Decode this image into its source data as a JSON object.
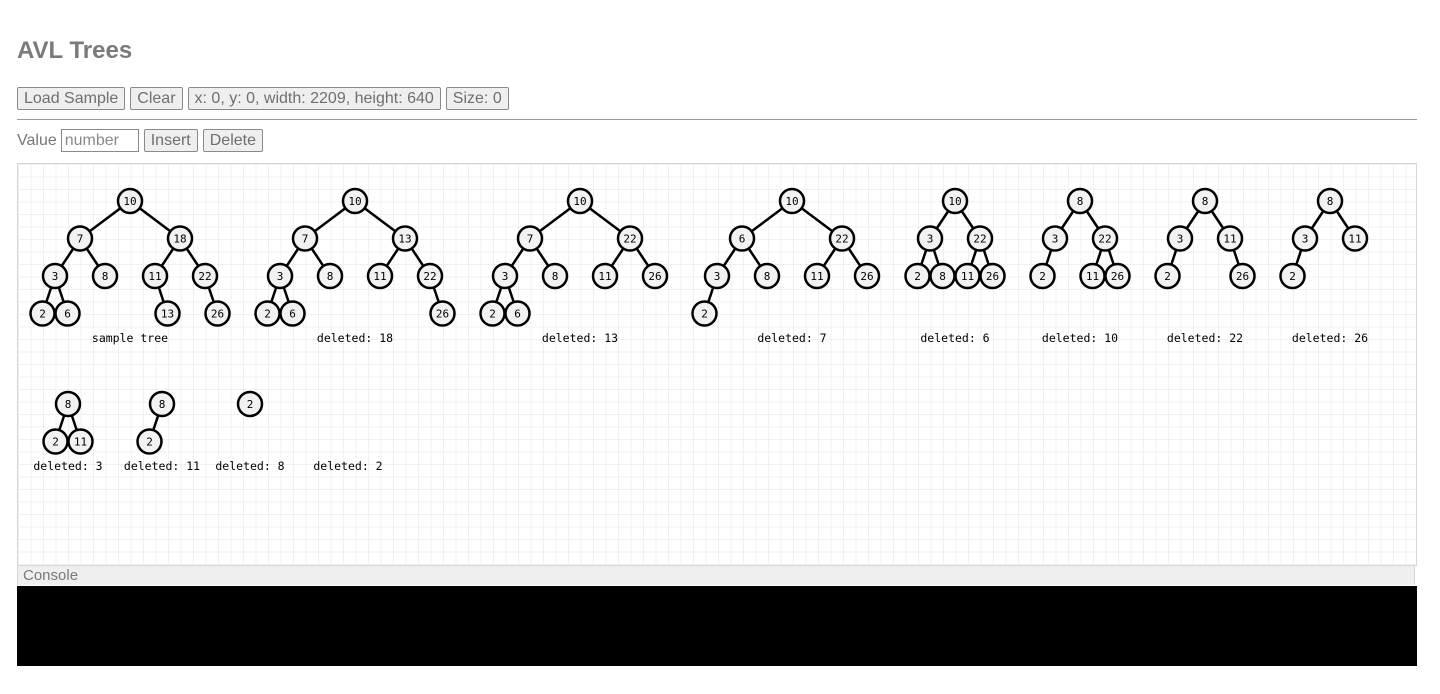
{
  "page": {
    "title": "AVL Trees"
  },
  "toolbar": {
    "load_sample_label": "Load Sample",
    "clear_label": "Clear",
    "viewport_info": "x: 0, y: 0, width: 2209, height: 640",
    "size_info": "Size: 0"
  },
  "value_row": {
    "label": "Value",
    "input_placeholder": "number",
    "input_value": "",
    "insert_label": "Insert",
    "delete_label": "Delete"
  },
  "console": {
    "header": "Console",
    "output": ""
  },
  "trees": [
    {
      "caption": "sample tree",
      "root": {
        "v": "10",
        "l": {
          "v": "7",
          "l": {
            "v": "3",
            "l": {
              "v": "2"
            },
            "r": {
              "v": "6"
            }
          },
          "r": {
            "v": "8"
          }
        },
        "r": {
          "v": "18",
          "l": {
            "v": "11",
            "r": {
              "v": "13"
            }
          },
          "r": {
            "v": "22",
            "r": {
              "v": "26"
            }
          }
        }
      }
    },
    {
      "caption": "deleted: 18",
      "root": {
        "v": "10",
        "l": {
          "v": "7",
          "l": {
            "v": "3",
            "l": {
              "v": "2"
            },
            "r": {
              "v": "6"
            }
          },
          "r": {
            "v": "8"
          }
        },
        "r": {
          "v": "13",
          "l": {
            "v": "11"
          },
          "r": {
            "v": "22",
            "r": {
              "v": "26"
            }
          }
        }
      }
    },
    {
      "caption": "deleted: 13",
      "root": {
        "v": "10",
        "l": {
          "v": "7",
          "l": {
            "v": "3",
            "l": {
              "v": "2"
            },
            "r": {
              "v": "6"
            }
          },
          "r": {
            "v": "8"
          }
        },
        "r": {
          "v": "22",
          "l": {
            "v": "11"
          },
          "r": {
            "v": "26"
          }
        }
      }
    },
    {
      "caption": "deleted: 7",
      "root": {
        "v": "10",
        "l": {
          "v": "6",
          "l": {
            "v": "3",
            "l": {
              "v": "2"
            }
          },
          "r": {
            "v": "8"
          }
        },
        "r": {
          "v": "22",
          "l": {
            "v": "11"
          },
          "r": {
            "v": "26"
          }
        }
      }
    },
    {
      "caption": "deleted: 6",
      "root": {
        "v": "10",
        "l": {
          "v": "3",
          "l": {
            "v": "2"
          },
          "r": {
            "v": "8"
          }
        },
        "r": {
          "v": "22",
          "l": {
            "v": "11"
          },
          "r": {
            "v": "26"
          }
        }
      }
    },
    {
      "caption": "deleted: 10",
      "root": {
        "v": "8",
        "l": {
          "v": "3",
          "l": {
            "v": "2"
          }
        },
        "r": {
          "v": "22",
          "l": {
            "v": "11"
          },
          "r": {
            "v": "26"
          }
        }
      }
    },
    {
      "caption": "deleted: 22",
      "root": {
        "v": "8",
        "l": {
          "v": "3",
          "l": {
            "v": "2"
          }
        },
        "r": {
          "v": "11",
          "r": {
            "v": "26"
          }
        }
      }
    },
    {
      "caption": "deleted: 26",
      "root": {
        "v": "8",
        "l": {
          "v": "3",
          "l": {
            "v": "2"
          }
        },
        "r": {
          "v": "11"
        }
      }
    },
    {
      "caption": "deleted: 3",
      "root": {
        "v": "8",
        "l": {
          "v": "2"
        },
        "r": {
          "v": "11"
        }
      }
    },
    {
      "caption": "deleted: 11",
      "root": {
        "v": "8",
        "l": {
          "v": "2"
        }
      }
    },
    {
      "caption": "deleted: 8",
      "root": {
        "v": "2"
      }
    },
    {
      "caption": "deleted: 2",
      "root": null
    }
  ]
}
